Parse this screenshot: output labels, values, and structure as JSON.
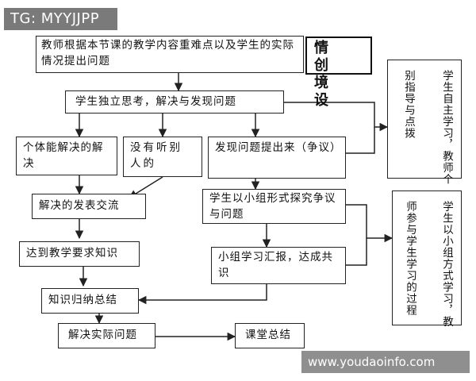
{
  "watermarks": {
    "tag": "TG: MYYJJPP",
    "site": "www.youdaoinfo.com"
  },
  "nodes": {
    "intro": "教师根据本节课的教学内容重难点以及学生的实际情况提出问题",
    "situation": "情创境设",
    "think": "学生独立思考，解决与发现问题",
    "solved": "个体能解决的解决",
    "unheard": "没有听别人的",
    "raise": "发现问题提出来（争议）",
    "share": "解决的发表交流",
    "explore": "学生以小组形式探究争议与问题",
    "meet": "达到教学要求知识",
    "report": "小组学习汇报，达成共识",
    "summary": "知识归纳总结",
    "apply": "解决实际问题",
    "class_summary": "课堂总结"
  },
  "side_notes": {
    "self_study": {
      "columns": [
        "学生自主学习，教师个",
        "别指导与点拨"
      ]
    },
    "group_study": {
      "columns": [
        "学生以小组方式学习，教",
        "师参与学生学习的过程"
      ]
    }
  },
  "colors": {
    "line": "#222222",
    "tag_badge": "#7a7a7a",
    "site_badge": "#8f8f8f"
  }
}
